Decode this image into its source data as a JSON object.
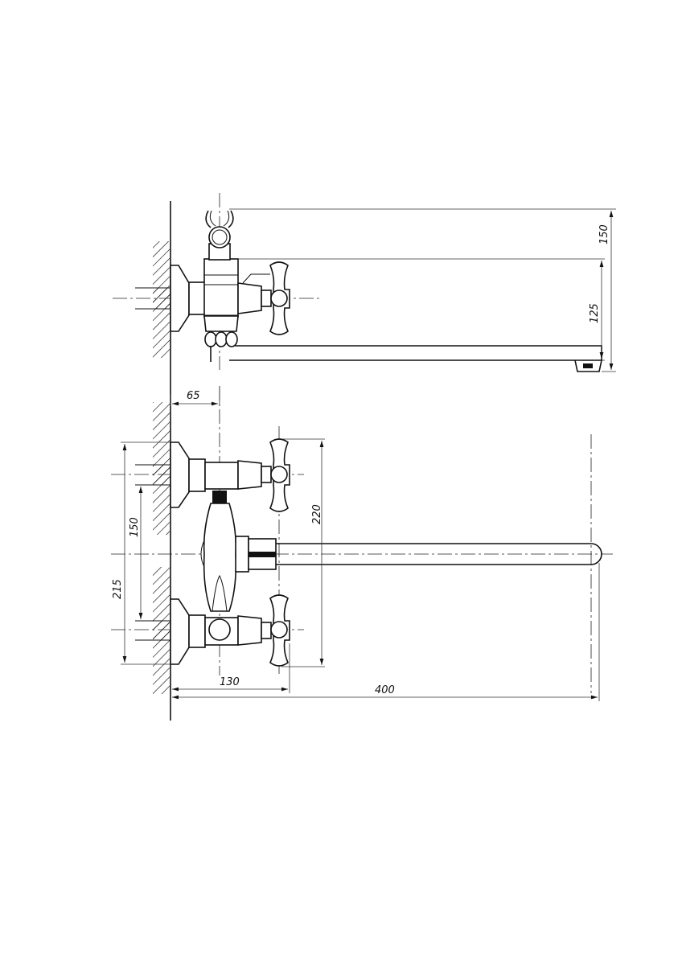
{
  "drawing": {
    "top_view": {
      "dimensions": {
        "total_height": "150",
        "spout_height": "125"
      }
    },
    "front_view": {
      "dimensions": {
        "wall_to_body": "65",
        "flange_span": "215",
        "inlet_spacing": "150",
        "handle_span": "220",
        "depth": "130",
        "spout_reach": "400"
      }
    },
    "colors": {
      "line": "#111111",
      "background": "#ffffff"
    }
  }
}
